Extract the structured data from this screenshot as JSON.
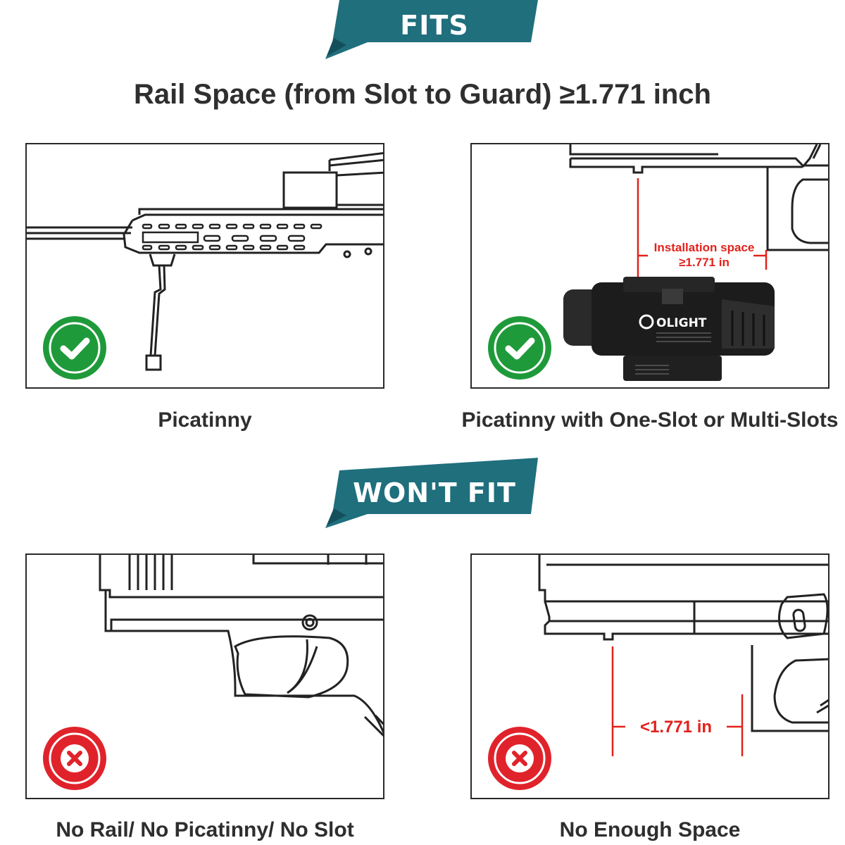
{
  "fits_banner": {
    "label": "FITS"
  },
  "headline": {
    "text": "Rail Space (from Slot to Guard) ≥1.771 inch"
  },
  "panels": [
    {
      "caption": "Picatinny",
      "status": "fits",
      "status_icon": "check-icon",
      "status_color": "#1f9a3a"
    },
    {
      "caption": "Picatinny with One-Slot or Multi-Slots",
      "status": "fits",
      "status_icon": "check-icon",
      "status_color": "#1f9a3a",
      "annotation": {
        "title": "Installation space",
        "value": "≥1.771 in"
      },
      "product": {
        "brand": "OLIGHT"
      }
    },
    {
      "caption": "No Rail/ No Picatinny/ No Slot",
      "status": "won't fit",
      "status_icon": "cross-icon",
      "status_color": "#e0232b"
    },
    {
      "caption": "No Enough Space",
      "status": "won't fit",
      "status_icon": "cross-icon",
      "status_color": "#e0232b",
      "annotation": {
        "value": "<1.771 in"
      }
    }
  ],
  "wontfit_banner": {
    "label": "WON'T FIT"
  },
  "colors": {
    "banner_teal": "#1f6f7d",
    "annotation_red": "#e2221c"
  }
}
